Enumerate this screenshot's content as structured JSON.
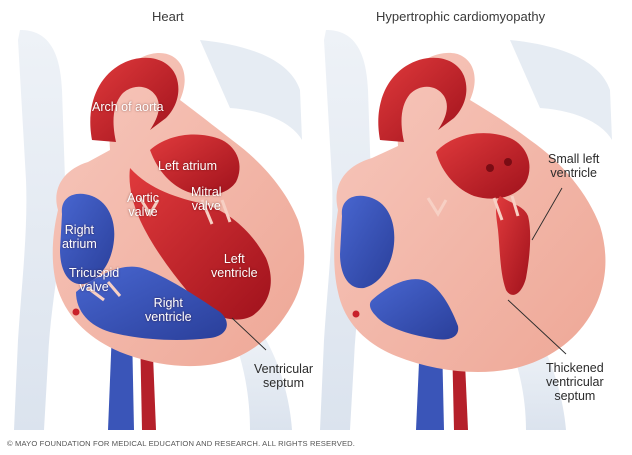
{
  "titles": {
    "heart": "Heart",
    "hcm": "Hypertrophic cardiomyopathy"
  },
  "labels": {
    "arch_of_aorta": "Arch of aorta",
    "left_atrium": "Left atrium",
    "aortic_valve": "Aortic\nvalve",
    "mitral_valve": "Mitral\nvalve",
    "right_atrium": "Right\natrium",
    "left_ventricle": "Left\nventricle",
    "tricuspid_valve": "Tricuspid\nvalve",
    "right_ventricle": "Right\nventricle",
    "ventricular_septum": "Ventricular\nseptum",
    "small_left_ventricle": "Small left\nventricle",
    "thickened_septum": "Thickened\nventricular\nseptum"
  },
  "footer": "© MAYO FOUNDATION FOR MEDICAL EDUCATION AND RESEARCH. ALL RIGHTS RESERVED.",
  "colors": {
    "oxygenated": "#c8202a",
    "deoxygenated": "#3a55b8",
    "muscle": "#f3b9ad",
    "background_vessel": "#dfe7f0"
  }
}
